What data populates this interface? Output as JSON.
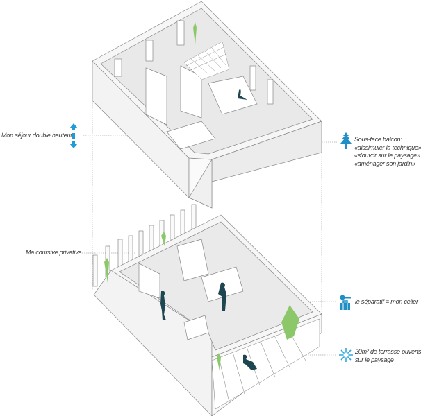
{
  "annotations": {
    "sejour": {
      "text": "Mon séjour double hauteur",
      "icon": "double-arrow-icon"
    },
    "coursive": {
      "text": "Ma coursive privative"
    },
    "balcon": {
      "lines": [
        "Sous-face balcon:",
        "«dissimuler la technique»",
        "«s'ouvrir sur le paysage»",
        "«aménager son jardin»"
      ],
      "icon": "tree-icon"
    },
    "separatif": {
      "text": "le séparatif = mon celier",
      "icon": "key-suitcase-icon"
    },
    "terrasse": {
      "lines": [
        "20m² de terrasse ouverts",
        "sur le paysage"
      ],
      "icon": "sun-icon"
    }
  },
  "colors": {
    "accent": "#1f9bd8",
    "figure": "#1e4650",
    "plant": "#8cc86a",
    "line": "#9a9a9a"
  }
}
